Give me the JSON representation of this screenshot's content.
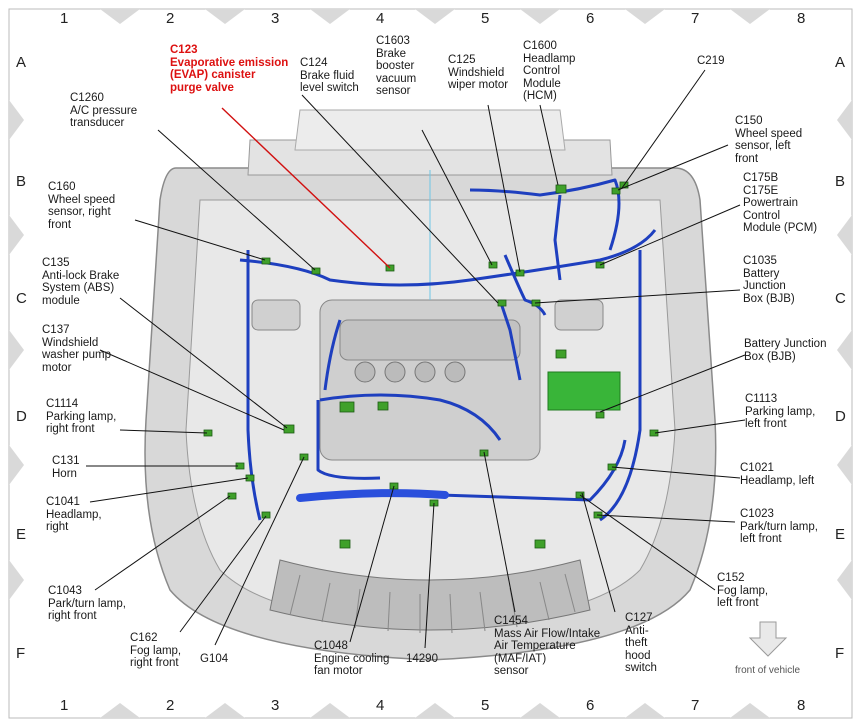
{
  "grid": {
    "columns": [
      "1",
      "2",
      "3",
      "4",
      "5",
      "6",
      "7",
      "8"
    ],
    "rows": [
      "A",
      "B",
      "C",
      "D",
      "E",
      "F"
    ]
  },
  "labels": {
    "c123": "C123\nEvaporative emission\n(EVAP) canister\npurge valve",
    "c124": "C124\nBrake fluid\nlevel switch",
    "c1603": "C1603\nBrake\nbooster\nvacuum\nsensor",
    "c125": "C125\nWindshield\nwiper motor",
    "c1600": "C1600\nHeadlamp\nControl\nModule\n(HCM)",
    "c219": "C219",
    "c1260": "C1260\nA/C pressure\ntransducer",
    "c150": "C150\nWheel speed\nsensor, left\nfront",
    "c160": "C160\nWheel speed\nsensor, right\nfront",
    "c175": "C175B\nC175E\nPowertrain\nControl\nModule (PCM)",
    "c135": "C135\nAnti-lock Brake\nSystem (ABS)\nmodule",
    "c1035": "C1035\nBattery\nJunction\nBox (BJB)",
    "c137": "C137\nWindshield\nwasher pump\nmotor",
    "bjb": "Battery Junction\nBox (BJB)",
    "c1114": "C1114\nParking lamp,\nright front",
    "c1113": "C1113\nParking lamp,\nleft front",
    "c131": "C131\nHorn",
    "c1021": "C1021\nHeadlamp, left",
    "c1041": "C1041\nHeadlamp,\nright",
    "c1023": "C1023\nPark/turn lamp,\nleft front",
    "c1043": "C1043\nPark/turn lamp,\nright front",
    "c152": "C152\nFog lamp,\nleft front",
    "c162": "C162\nFog lamp,\nright front",
    "g104": "G104",
    "c1048": "C1048\nEngine cooling\nfan motor",
    "n14290": "14290",
    "c1454": "C1454\nMass Air Flow/Intake\nAir Temperature\n(MAF/IAT)\nsensor",
    "c127": "C127\nAnti-\ntheft\nhood\nswitch",
    "front": "front of vehicle"
  },
  "colors": {
    "harness": "#1e3fbf",
    "connector": "#3fa02a",
    "highlight": "#d11111",
    "leader": "#111111",
    "chassis": "#cfcfcf"
  }
}
